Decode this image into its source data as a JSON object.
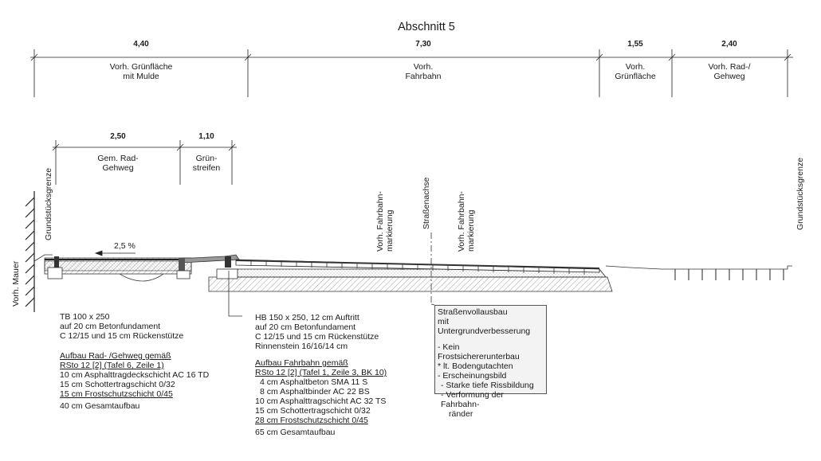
{
  "title": "Abschnitt 5",
  "top_dimensions": [
    {
      "value": "4,40",
      "label1": "Vorh. Grünfläche",
      "label2": "mit Mulde"
    },
    {
      "value": "7,30",
      "label1": "Vorh.",
      "label2": "Fahrbahn"
    },
    {
      "value": "1,55",
      "label1": "Vorh.",
      "label2": "Grünfläche"
    },
    {
      "value": "2,40",
      "label1": "Vorh. Rad-/",
      "label2": "Gehweg"
    }
  ],
  "planned_dimensions": [
    {
      "value": "2,50",
      "label1": "Gem. Rad-",
      "label2": "Gehweg"
    },
    {
      "value": "1,10",
      "label1": "Grün-",
      "label2": "streifen"
    }
  ],
  "vertical_labels": {
    "grenze_left": "Grundstücksgrenze",
    "grenze_right": "Grundstücksgrenze",
    "mauer": "Vorh. Mauer",
    "markierung_left_1": "Vorh. Fahrbahn-",
    "markierung_left_2": "markierung",
    "achse": "Straßenachse",
    "markierung_right_1": "Vorh. Fahrbahn-",
    "markierung_right_2": "markierung"
  },
  "slope": "2,5 %",
  "tb_note": [
    "TB 100 x 250",
    "auf 20 cm Betonfundament",
    "C 12/15 und 15 cm Rückenstütze"
  ],
  "radweg_build": {
    "heading1": "Aufbau Rad- /Gehweg gemäß",
    "heading2": "RSto 12 [2] (Tafel 6, Zeile 1)",
    "layers": [
      "10 cm Asphalttragdeckschicht AC 16 TD",
      "15 cm Schottertragschicht 0/32",
      "15 cm Frostschutzschicht 0/45"
    ],
    "total": "40 cm Gesamtaufbau"
  },
  "hb_note": [
    "HB 150 x 250, 12 cm Auftritt",
    "auf 20 cm Betonfundament",
    "C 12/15 und 15 cm Rückenstütze",
    "Rinnenstein 16/16/14 cm"
  ],
  "fahrbahn_build": {
    "heading1": "Aufbau Fahrbahn gemäß",
    "heading2": "RSto 12 [2] (Tafel 1, Zeile 3, BK 10)",
    "layers": [
      "4 cm Asphaltbeton SMA 11 S",
      "8 cm Asphaltbinder AC 22 BS",
      "10 cm Asphalttragschicht AC 32 TS",
      "15 cm Schottertragschicht 0/32",
      "28 cm Frostschutzschicht 0/45"
    ],
    "total": "65 cm Gesamtaufbau"
  },
  "info_box": {
    "line1": "Straßenvollausbau",
    "line2": "mit Untergrundverbesserung",
    "items": [
      "- Kein Frostsichererunterbau",
      "* lt. Bodengutachten",
      "- Erscheinungsbild",
      "  - Starke tiefe Rissbildung",
      "  - Verformung der Fahrbahn-",
      "    ränder"
    ]
  }
}
